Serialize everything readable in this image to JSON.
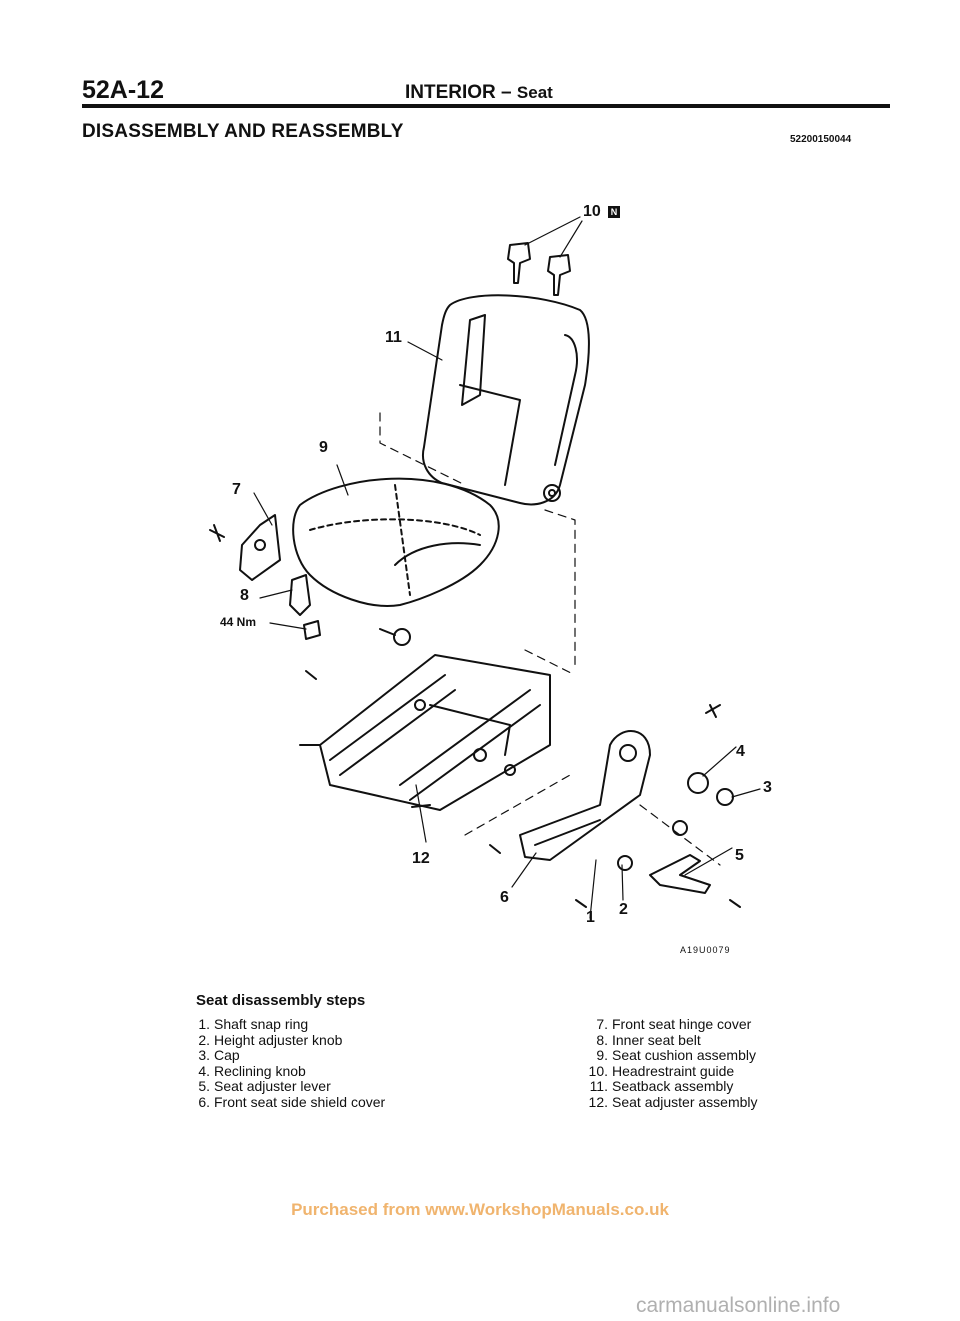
{
  "header": {
    "page_number": "52A-12",
    "running_title": "INTERIOR",
    "running_title_sep": " – ",
    "running_subtitle": "Seat"
  },
  "section": {
    "title": "DISASSEMBLY AND REASSEMBLY",
    "code": "52200150044"
  },
  "figure": {
    "callouts": {
      "c1": "1",
      "c2": "2",
      "c3": "3",
      "c4": "4",
      "c5": "5",
      "c6": "6",
      "c7": "7",
      "c8": "8",
      "c9": "9",
      "c10": "10",
      "c11": "11",
      "c12": "12"
    },
    "badge": "N",
    "torque": "44 Nm",
    "figure_code": "A19U0079"
  },
  "steps": {
    "title": "Seat disassembly steps",
    "left": [
      {
        "num": "1.",
        "text": "Shaft snap ring"
      },
      {
        "num": "2.",
        "text": "Height adjuster knob"
      },
      {
        "num": "3.",
        "text": "Cap"
      },
      {
        "num": "4.",
        "text": "Reclining knob"
      },
      {
        "num": "5.",
        "text": "Seat adjuster lever"
      },
      {
        "num": "6.",
        "text": "Front seat side shield cover"
      }
    ],
    "right": [
      {
        "num": "7.",
        "text": "Front seat hinge cover"
      },
      {
        "num": "8.",
        "text": "Inner seat belt"
      },
      {
        "num": "9.",
        "text": "Seat cushion assembly"
      },
      {
        "num": "10.",
        "text": "Headrestraint guide"
      },
      {
        "num": "11.",
        "text": "Seatback assembly"
      },
      {
        "num": "12.",
        "text": "Seat adjuster assembly"
      }
    ]
  },
  "footer": {
    "watermark": "Purchased from www.WorkshopManuals.co.uk",
    "site": "carmanualsonline.info"
  }
}
